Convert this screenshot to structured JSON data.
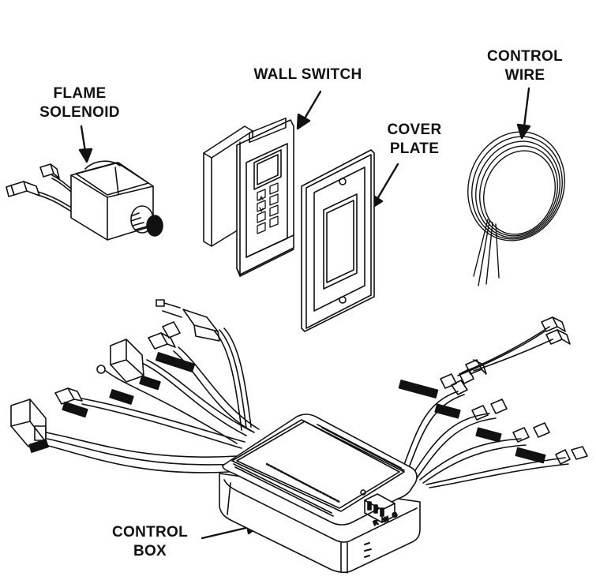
{
  "callouts": {
    "flame_solenoid": [
      "FLAME",
      "SOLENOID"
    ],
    "wall_switch": [
      "WALL SWITCH"
    ],
    "cover_plate": [
      "COVER",
      "PLATE"
    ],
    "control_wire": [
      "CONTROL",
      "WIRE"
    ],
    "control_box": [
      "CONTROL",
      "BOX"
    ]
  },
  "terminal_letters": [
    "R",
    "W",
    "G"
  ],
  "colors": {
    "line": "#111111",
    "background": "#ffffff",
    "component_fill": "#ffffff",
    "label_tag": "#111111"
  }
}
